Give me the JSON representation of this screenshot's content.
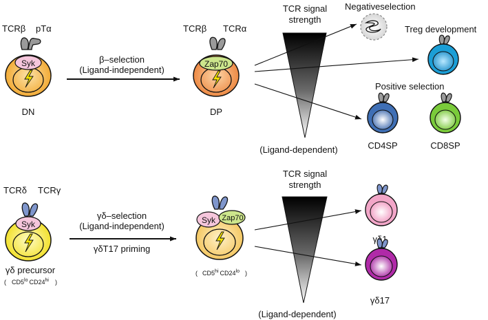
{
  "top": {
    "dn": {
      "tcr_left": "TCRβ",
      "tcr_right": "pTα",
      "kinase": "Syk",
      "stage": "DN"
    },
    "selection": {
      "line1": "β–selection",
      "line2": "(Ligand-independent)"
    },
    "dp": {
      "tcr_left": "TCRβ",
      "tcr_right": "TCRα",
      "kinase": "Zap70",
      "stage": "DP"
    },
    "signal": {
      "line1": "TCR signal",
      "line2": "strength",
      "bottom": "(Ligand-dependent)"
    },
    "outcomes": {
      "negative": "Negativeselection",
      "treg": "Treg development",
      "positive": "Positive selection",
      "cd4": "CD4SP",
      "cd8": "CD8SP"
    }
  },
  "bottom": {
    "precursor": {
      "tcr_left": "TCRδ",
      "tcr_right": "TCRγ",
      "kinase": "Syk",
      "stage": "γδ precursor",
      "phenotype": {
        "cd5": "CD5",
        "cd5_sup": "lo",
        "cd24": "CD24",
        "cd24_sup": "hi"
      }
    },
    "selection": {
      "line1": "γδ–selection",
      "line2": "(Ligand-independent)",
      "priming": "γδT17 priming"
    },
    "selected": {
      "kinase_left": "Syk",
      "kinase_right": "Zap70",
      "phenotype": {
        "cd5": "CD5",
        "cd5_sup": "hi",
        "cd24": "CD24",
        "cd24_sup": "lo"
      }
    },
    "signal": {
      "line1": "TCR signal",
      "line2": "strength",
      "bottom": "(Ligand-dependent)"
    },
    "outcomes": {
      "gd1": "γδ1",
      "gd17": "γδ17"
    }
  },
  "colors": {
    "dn_cell": "#f0a020",
    "dp_cell": "#ee8a40",
    "precursor_cell": "#f0e020",
    "gd_selected_cell": "#f3c860",
    "treg_cell": "#1b9ed6",
    "cd4_cell": "#3f6fb5",
    "cd8_cell": "#7acb3a",
    "gd1_cell": "#f2a6c8",
    "gd17_cell": "#b02aa8",
    "tcr_gray": "#9a9a9a",
    "tcr_blue": "#7f96cc",
    "syk_pink": "#f5c6dc",
    "zap70_green": "#cde68c"
  }
}
